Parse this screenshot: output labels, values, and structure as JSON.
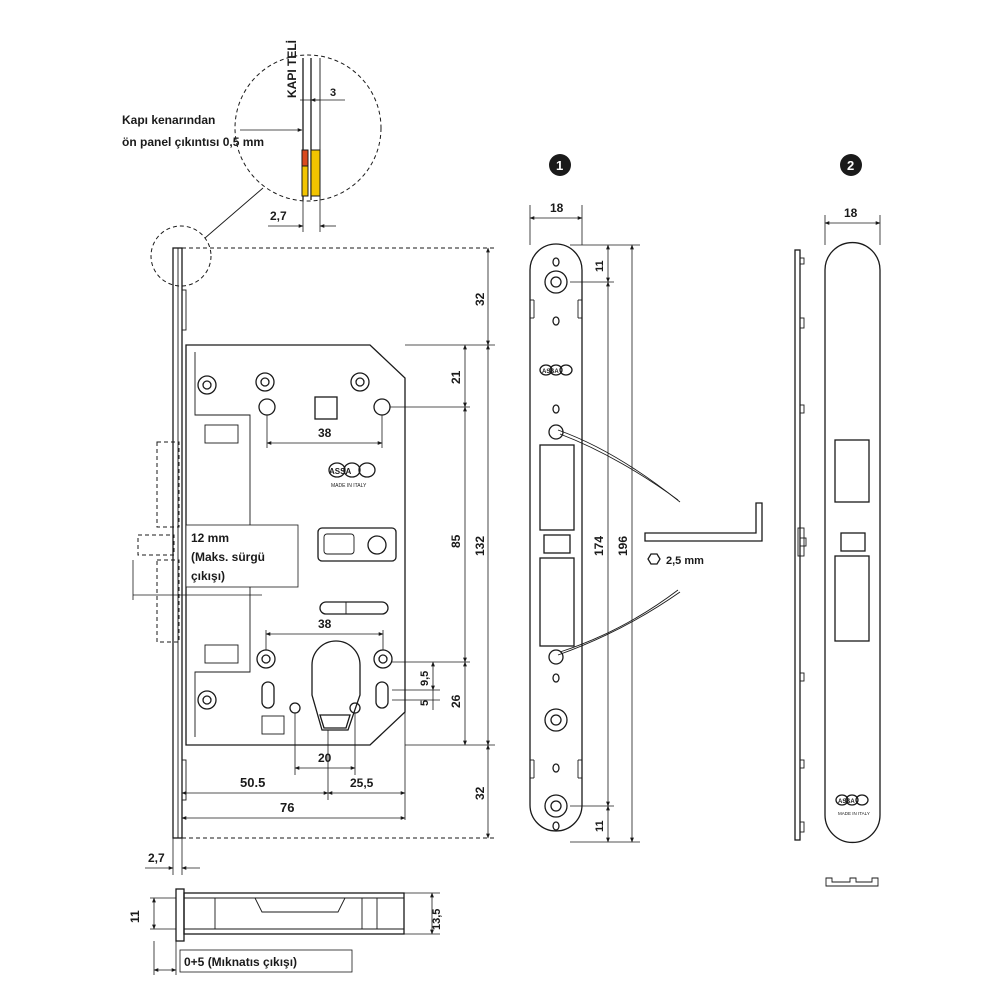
{
  "colors": {
    "line": "#1a1a1a",
    "tip_red": "#d94a1e",
    "tip_yellow": "#f2c400",
    "background": "#ffffff"
  },
  "detail": {
    "kapi_teli": "KAPI TELİ",
    "callout_line1": "Kapı kenarından",
    "callout_line2": "ön panel çıkıntısı 0,5 mm",
    "dim_3": "3",
    "dim_2_7": "2,7"
  },
  "lock": {
    "brand": "ASSA",
    "brand_sub": "MADE IN ITALY",
    "dim_32_top": "32",
    "dim_21": "21",
    "dim_38_top": "38",
    "dim_85": "85",
    "dim_132": "132",
    "dim_38_mid": "38",
    "dim_9_5": "9,5",
    "dim_5": "5",
    "dim_26": "26",
    "dim_20": "20",
    "dim_25_5": "25,5",
    "dim_50_5": "50.5",
    "dim_76": "76",
    "dim_32_bottom": "32",
    "dim_2_7_bottom": "2,7",
    "bolt_note_line1": "12 mm",
    "bolt_note_line2": "(Maks. sürgü",
    "bolt_note_line3": "çıkışı)"
  },
  "bottom_view": {
    "dim_11": "11",
    "dim_13_5": "13,5",
    "magnet_note": "0+5 (Mıknatıs çıkışı)"
  },
  "faceplate_1": {
    "badge": "1",
    "dim_18": "18",
    "dim_11_top": "11",
    "dim_174": "174",
    "dim_196": "196",
    "dim_11_bottom": "11",
    "brand": "ASSA"
  },
  "hex_key": {
    "size_label": "2,5 mm",
    "hex_icon": "hexagon-icon"
  },
  "faceplate_2": {
    "badge": "2",
    "dim_18": "18",
    "brand": "ASSA",
    "brand_sub": "MADE IN ITALY"
  }
}
